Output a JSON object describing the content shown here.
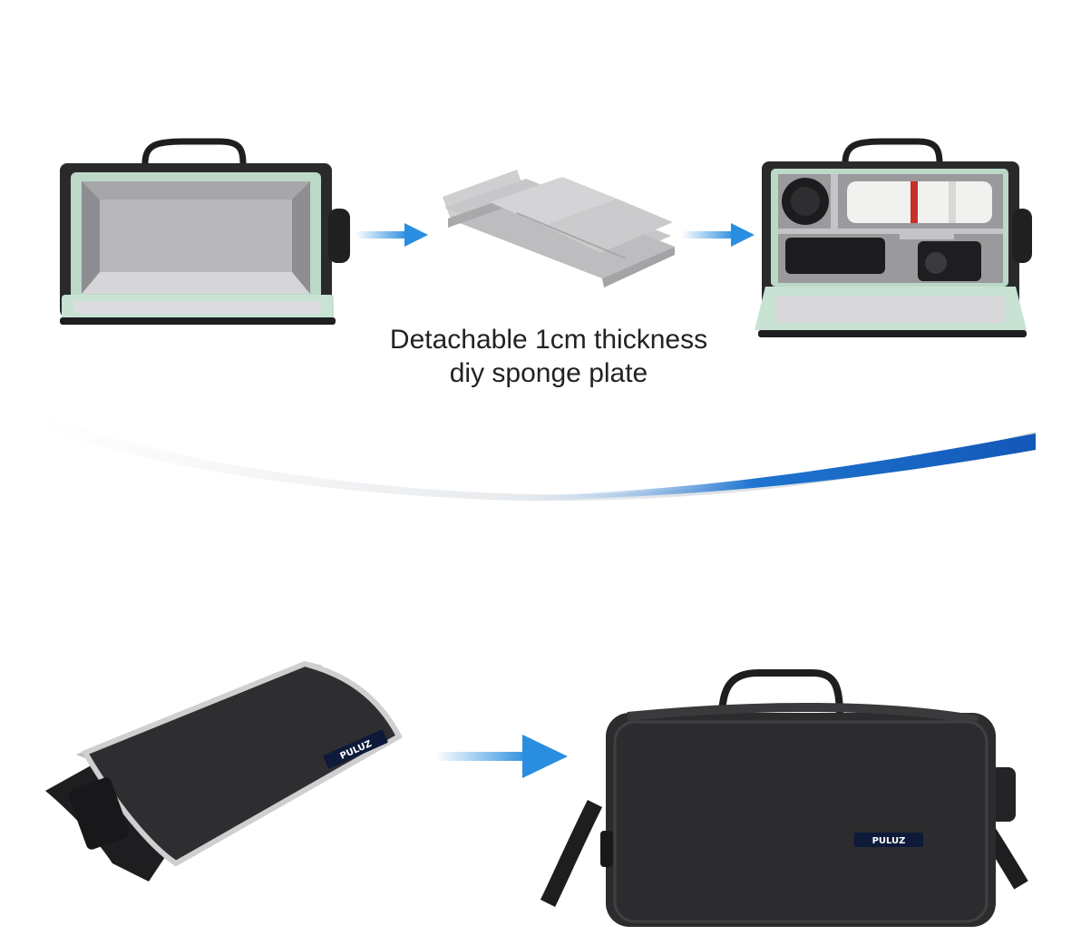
{
  "caption": {
    "line1": "Detachable 1cm thickness",
    "line2": "diy sponge plate"
  },
  "brand": {
    "logo_text": "PULUZ"
  },
  "colors": {
    "arrow_blue": "#2a8ee0",
    "swoosh_blue": "#1565c0",
    "bag_black": "#2b2b2d",
    "lining_mint": "#b9d9c6",
    "foam_gray": "#c9c9cb"
  },
  "images": [
    {
      "name": "open-empty-bag",
      "icon": "camera-bag-open-empty"
    },
    {
      "name": "sponge-divider-plates",
      "icon": "foam-dividers"
    },
    {
      "name": "open-bag-with-gear",
      "icon": "camera-bag-with-lenses"
    },
    {
      "name": "folded-flat-bag",
      "icon": "camera-bag-folded"
    },
    {
      "name": "closed-bag",
      "icon": "camera-bag-closed"
    }
  ]
}
